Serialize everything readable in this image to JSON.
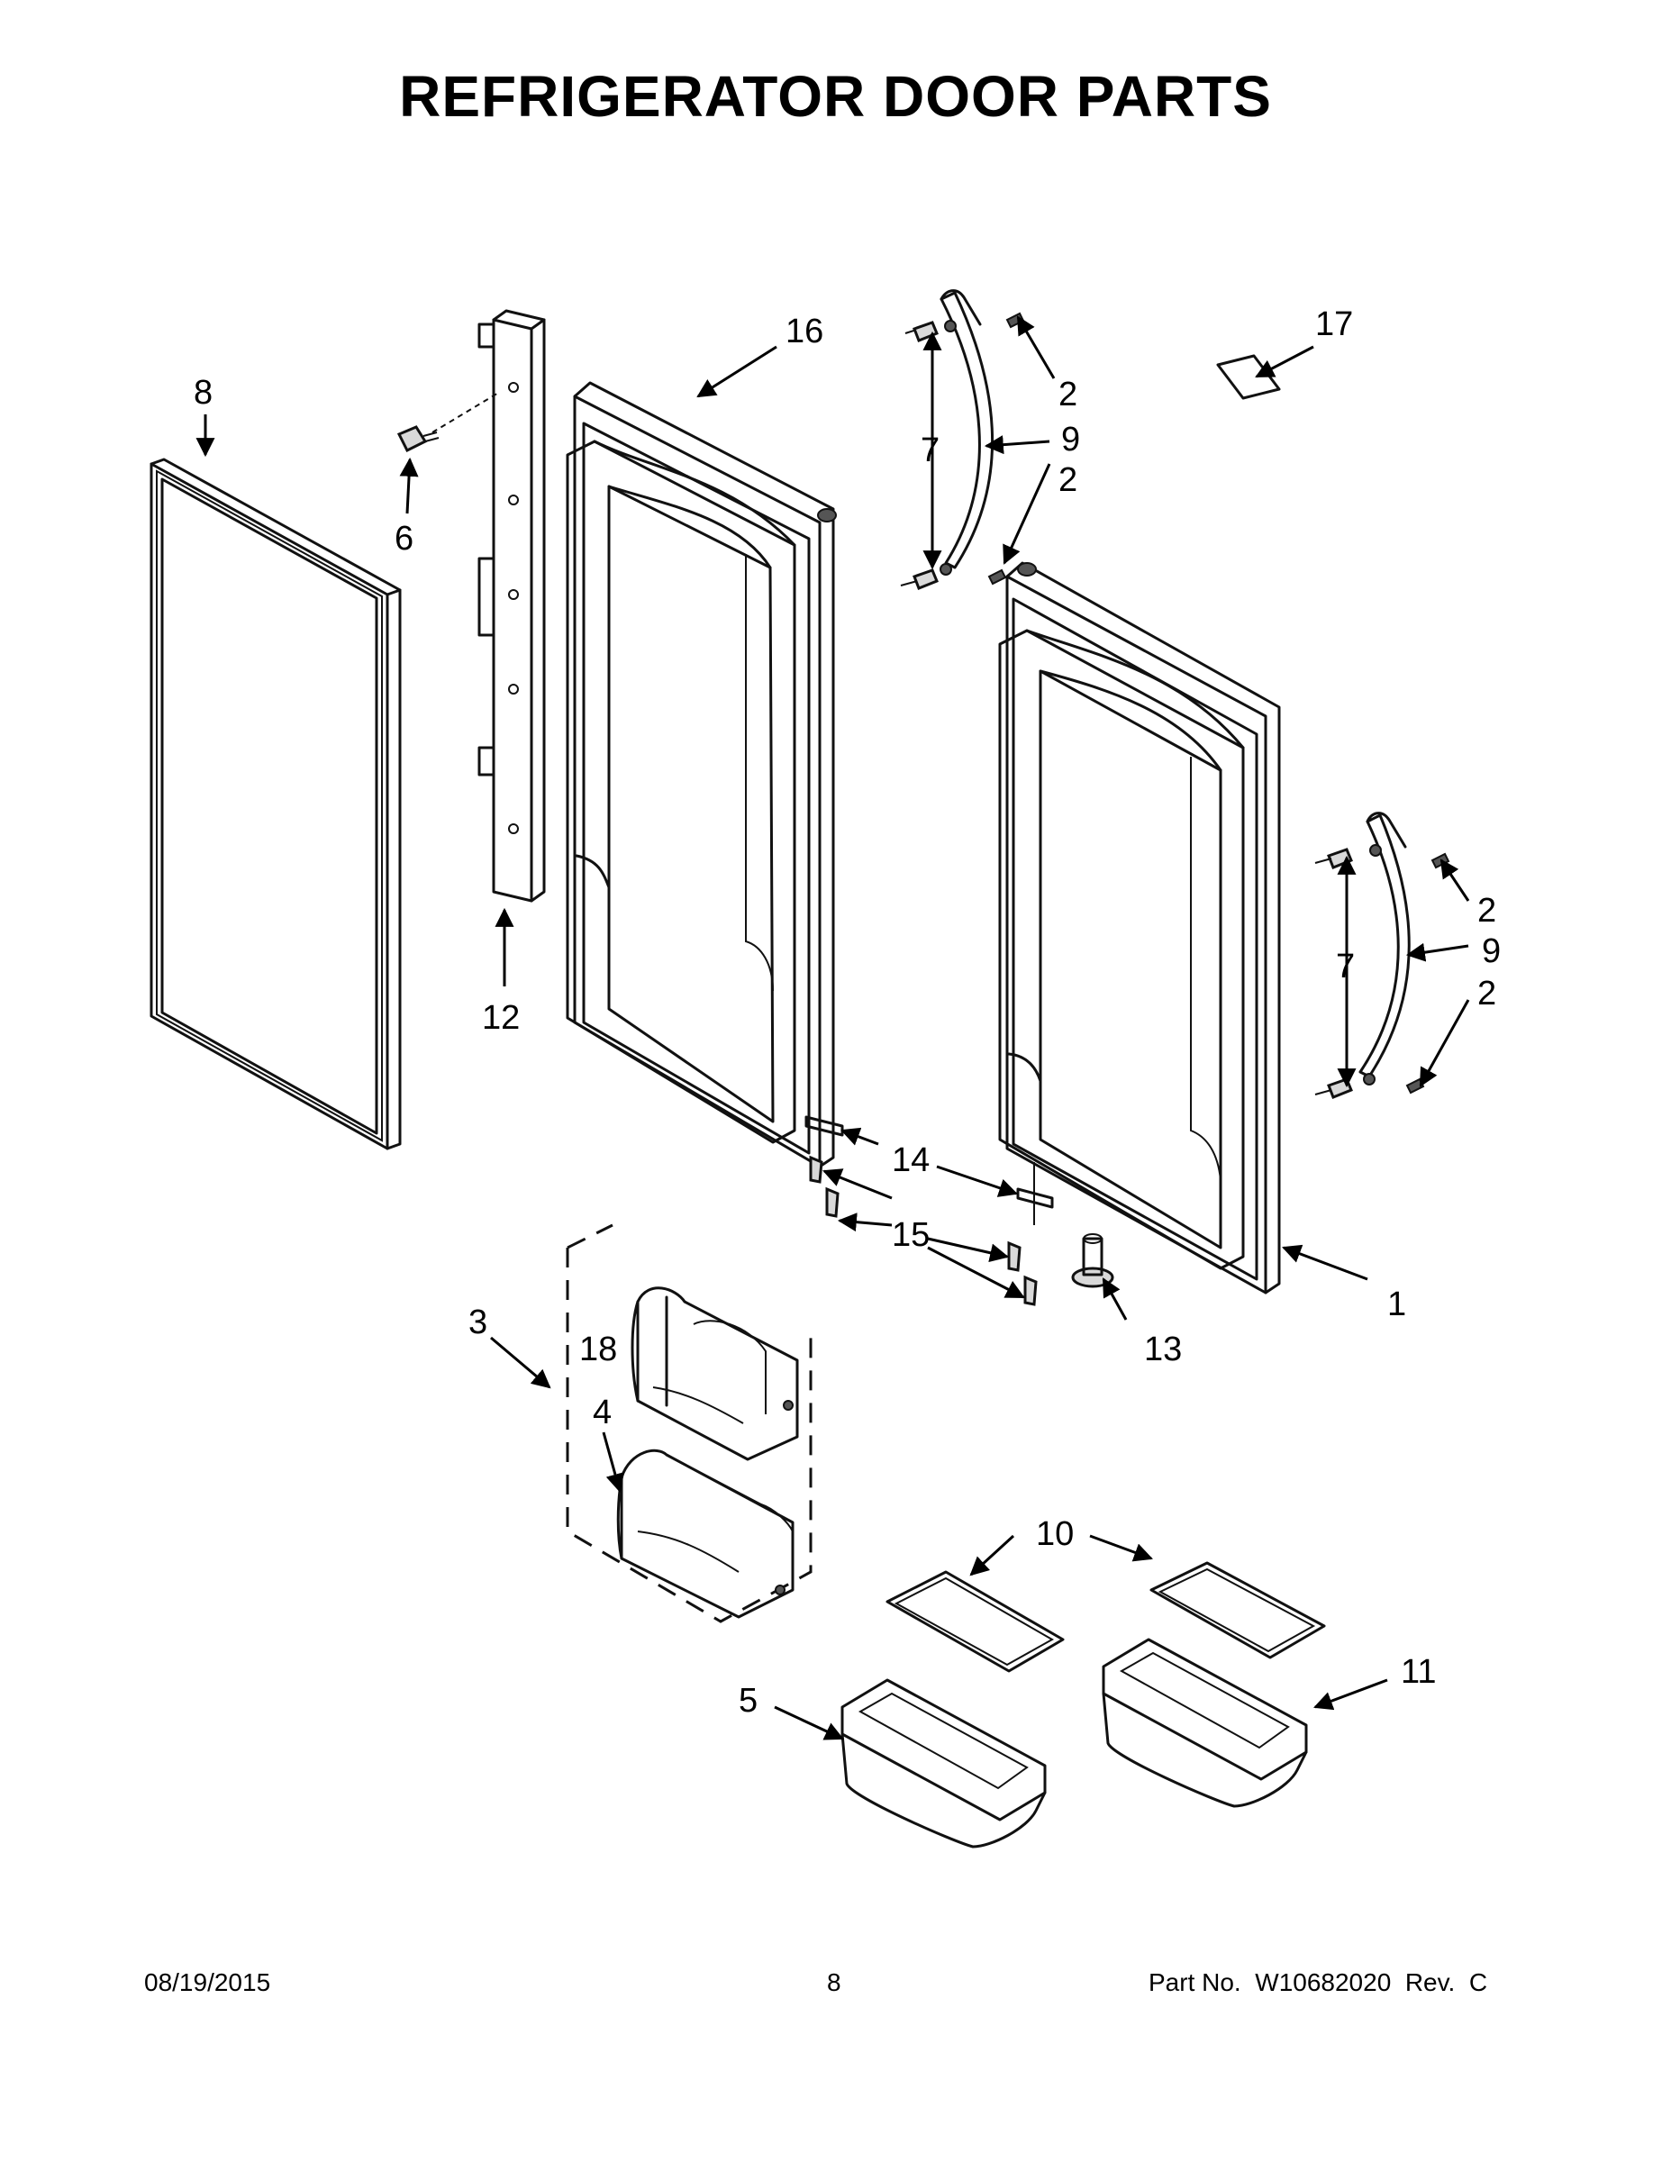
{
  "title": "REFRIGERATOR DOOR PARTS",
  "callouts": {
    "c1": "1",
    "c2a": "2",
    "c2b": "2",
    "c2c": "2",
    "c2d": "2",
    "c3": "3",
    "c4": "4",
    "c5": "5",
    "c6": "6",
    "c7a": "7",
    "c7b": "7",
    "c8": "8",
    "c9a": "9",
    "c9b": "9",
    "c10": "10",
    "c11": "11",
    "c12": "12",
    "c13": "13",
    "c14": "14",
    "c15": "15",
    "c16": "16",
    "c17": "17",
    "c18": "18"
  },
  "footer": {
    "date": "08/19/2015",
    "page": "8",
    "part_no": "Part No.  W10682020  Rev.  C"
  }
}
